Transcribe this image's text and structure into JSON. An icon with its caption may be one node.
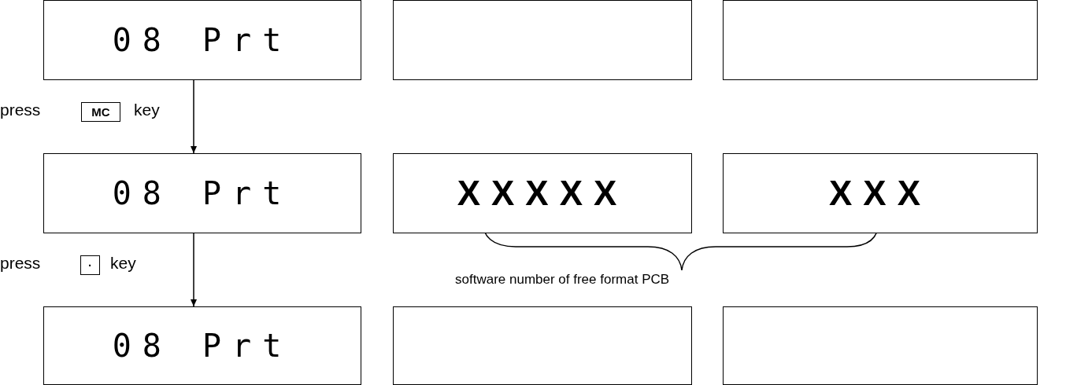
{
  "diagram": {
    "nodes": [
      {
        "text": [
          "08 Prt"
        ]
      },
      {
        "text": [],
        "shape": "box"
      },
      {
        "text": [],
        "shape": "box"
      },
      {
        "text": [
          "MC"
        ]
      },
      {
        "text": [
          "08 Prt"
        ]
      },
      {
        "text": [
          "XXXXX"
        ]
      },
      {
        "text": [
          "XXX"
        ]
      },
      {
        "text": [
          "·"
        ]
      },
      {
        "text": [
          "08 Prt"
        ]
      },
      {
        "text": [],
        "shape": "box"
      },
      {
        "text": [],
        "shape": "box"
      }
    ],
    "edges": [
      {
        "from": 0,
        "to": 4,
        "arrow": "to"
      },
      {
        "from": 4,
        "to": 8,
        "arrow": "to"
      }
    ],
    "labels": [
      "press",
      "key",
      "press",
      "key",
      "software number of free format PCB"
    ]
  }
}
